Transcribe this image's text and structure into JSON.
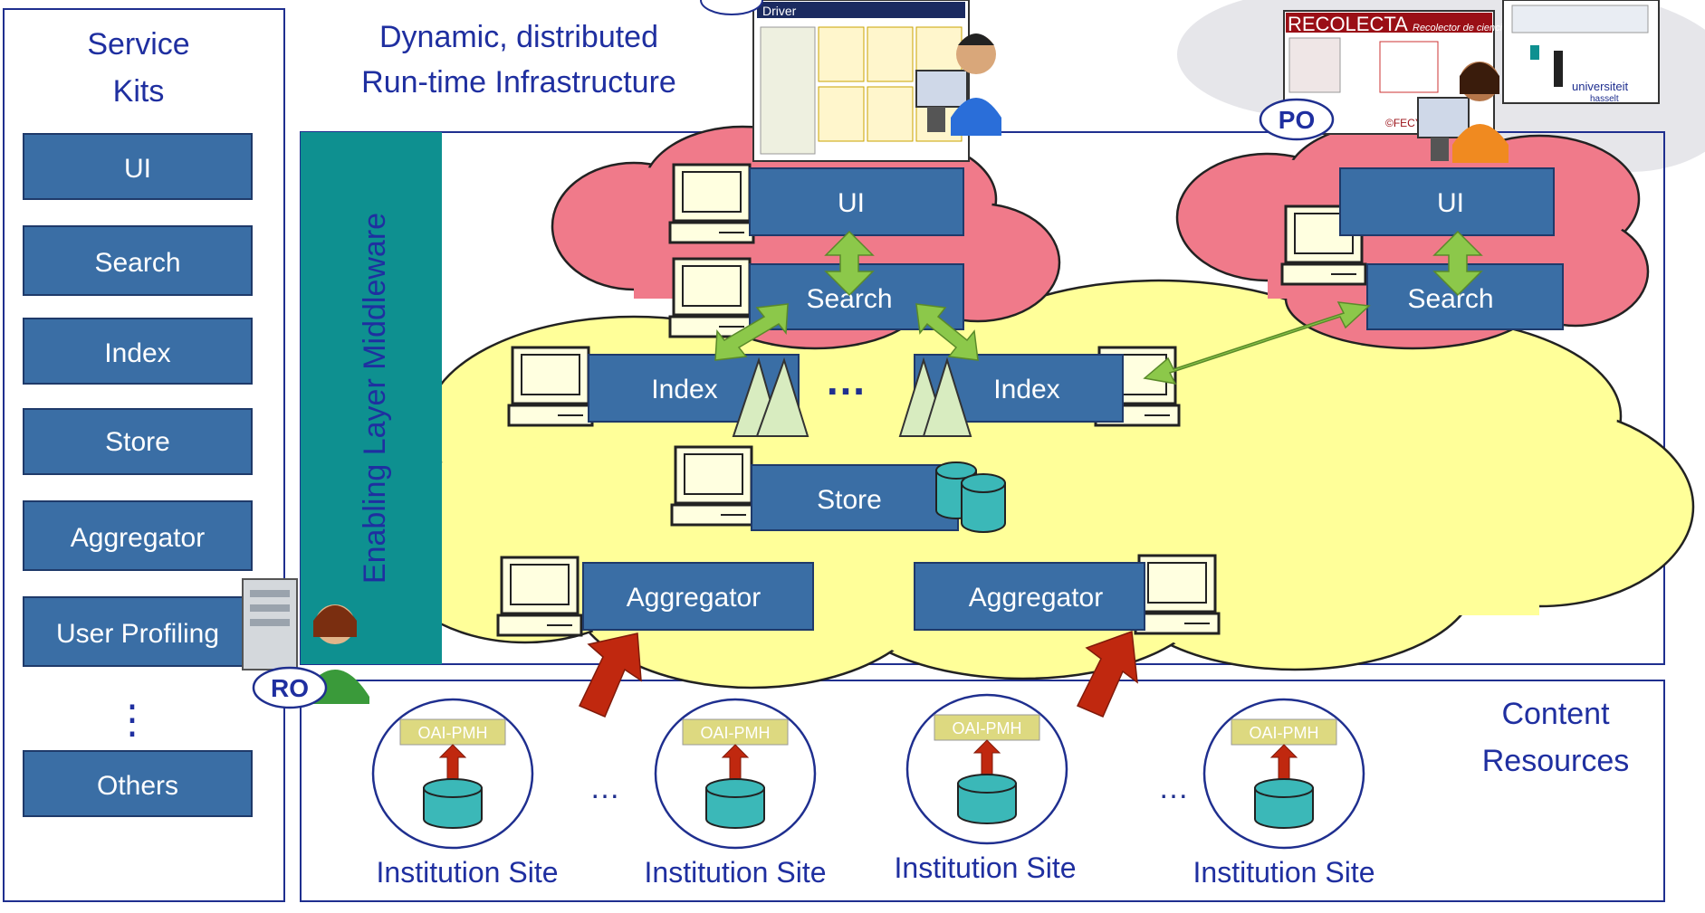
{
  "service_kits": {
    "title_line1": "Service",
    "title_line2": "Kits",
    "items": [
      "UI",
      "Search",
      "Index",
      "Store",
      "Aggregator",
      "User Profiling",
      "Others"
    ],
    "ellipsis": "⋮"
  },
  "infrastructure": {
    "title_line1": "Dynamic, distributed",
    "title_line2": "Run-time Infrastructure",
    "middleware_label": "Enabling Layer Middleware"
  },
  "portal_left": {
    "label": "UI",
    "search_label": "Search",
    "screenshot_header": "Driver"
  },
  "portal_right": {
    "label": "UI",
    "search_label": "Search",
    "badge": "PO",
    "screenshot_title": "RECOLECTA",
    "screenshot_subtitle": "Recolector de ciencia abierta",
    "screenshot_footer": "©FECYT",
    "logo_text": "universiteit",
    "logo_sub": "hasselt"
  },
  "core": {
    "index_left": "Index",
    "index_right": "Index",
    "ellipsis": "…",
    "store": "Store",
    "aggregator_left": "Aggregator",
    "aggregator_right": "Aggregator"
  },
  "ro_badge": "RO",
  "content": {
    "title_line1": "Content",
    "title_line2": "Resources",
    "protocol": "OAI-PMH",
    "sites": [
      "Institution Site",
      "Institution Site",
      "Institution Site",
      "Institution Site"
    ],
    "ellipsis": "…"
  },
  "colors": {
    "box_blue": "#3a6ea5",
    "teal_bar": "#0e9090",
    "cloud_yellow": "#ffff99",
    "cloud_pink": "#f07a8a",
    "arrow_green": "#8cc84a",
    "arrow_red": "#c0280f",
    "frame_navy": "#1f2f8f",
    "oai_green": "#ddd980",
    "db_teal": "#3bb8b8"
  }
}
